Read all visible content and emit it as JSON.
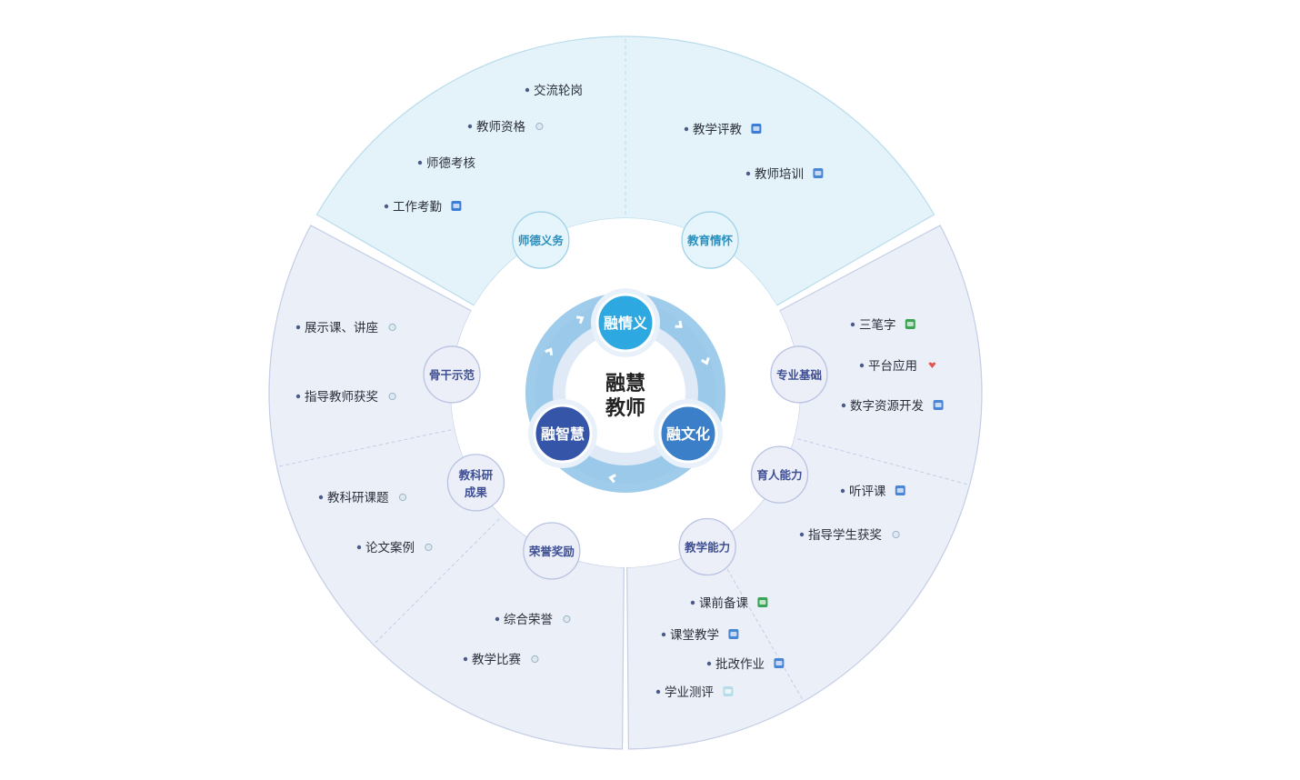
{
  "center": {
    "line1": "融慧",
    "line2": "教师"
  },
  "hubs": [
    {
      "key": "hub-qingyi",
      "label": "融情义",
      "color": "#2ea8e0"
    },
    {
      "key": "hub-wenhua",
      "label": "融文化",
      "color": "#3a7fc8"
    },
    {
      "key": "hub-zhihui",
      "label": "融智慧",
      "color": "#3556a8"
    }
  ],
  "colors": {
    "top_sector": "#e4f3fa",
    "top_stroke": "#b9dcec",
    "side_sector": "#ebeff8",
    "side_stroke": "#c4cde6",
    "top_node_text": "#2a8fbf",
    "side_node_text": "#3e4f94"
  },
  "categories": [
    {
      "key": "shide",
      "label": "师德义务",
      "group": "top",
      "items": [
        {
          "text": "交流轮岗",
          "icon": "none"
        },
        {
          "text": "教师资格",
          "icon": "dot-icon"
        },
        {
          "text": "师德考核",
          "icon": "none"
        },
        {
          "text": "工作考勤",
          "icon": "oa-icon"
        }
      ]
    },
    {
      "key": "jiaoyu",
      "label": "教育情怀",
      "group": "top",
      "items": [
        {
          "text": "教学评教",
          "icon": "oa-icon"
        },
        {
          "text": "教师培训",
          "icon": "app-icon"
        }
      ]
    },
    {
      "key": "zhuanye",
      "label": "专业基础",
      "group": "side",
      "items": [
        {
          "text": "三笔字",
          "icon": "pen-icon"
        },
        {
          "text": "平台应用",
          "icon": "heart-icon"
        },
        {
          "text": "数字资源开发",
          "icon": "app-icon"
        }
      ]
    },
    {
      "key": "yuren",
      "label": "育人能力",
      "group": "side",
      "items": [
        {
          "text": "听评课",
          "icon": "app-icon"
        },
        {
          "text": "指导学生获奖",
          "icon": "dot-icon"
        }
      ]
    },
    {
      "key": "jiaoxue",
      "label": "教学能力",
      "group": "side",
      "items": [
        {
          "text": "课前备课",
          "icon": "doc-icon"
        },
        {
          "text": "课堂教学",
          "icon": "app-icon"
        },
        {
          "text": "批改作业",
          "icon": "app-icon"
        },
        {
          "text": "学业测评",
          "icon": "chart-icon"
        }
      ]
    },
    {
      "key": "rongyu",
      "label": "荣誉奖励",
      "group": "side",
      "items": [
        {
          "text": "综合荣誉",
          "icon": "dot-icon"
        },
        {
          "text": "教学比赛",
          "icon": "dot-icon"
        }
      ]
    },
    {
      "key": "keyan",
      "label": "教科研成果",
      "label_line1": "教科研",
      "label_line2": "成果",
      "group": "side",
      "items": [
        {
          "text": "教科研课题",
          "icon": "dot-icon"
        },
        {
          "text": "论文案例",
          "icon": "dot-icon"
        }
      ]
    },
    {
      "key": "gugan",
      "label": "骨干示范",
      "group": "side",
      "items": [
        {
          "text": "展示课、讲座",
          "icon": "dot-icon"
        },
        {
          "text": "指导教师获奖",
          "icon": "dot-icon"
        }
      ]
    }
  ]
}
